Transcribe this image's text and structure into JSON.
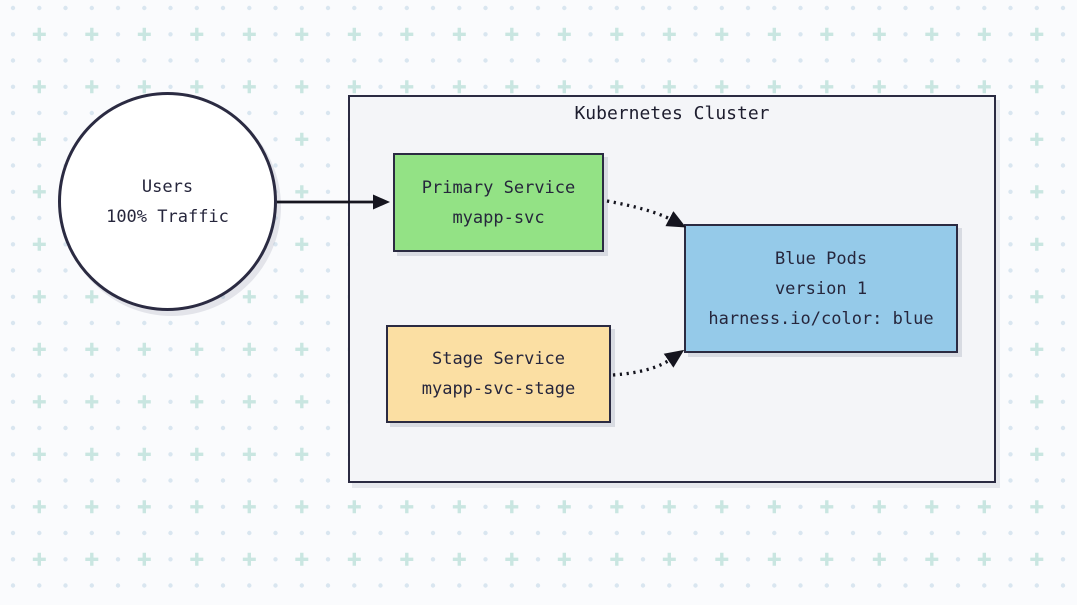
{
  "diagram_title": "Kubernetes Cluster",
  "colors": {
    "navy_border": "#2b2b42",
    "text_ink": "#26263c",
    "canvas_background": "#fafbfd",
    "cluster_fill": "#f4f5f8",
    "primary_service_fill": "#93e285",
    "stage_service_fill": "#fbdfa3",
    "blue_pods_fill": "#95cae9",
    "pattern_dot": "#d9e6f0",
    "pattern_plus": "#c9e6e1",
    "arrow": "#15151f"
  },
  "nodes": {
    "users": {
      "shape": "circle",
      "lines": [
        "Users",
        "100% Traffic"
      ]
    },
    "cluster": {
      "shape": "rectangle",
      "title": "Kubernetes Cluster"
    },
    "primary_service": {
      "shape": "rectangle",
      "lines": [
        "Primary Service",
        "myapp-svc"
      ]
    },
    "stage_service": {
      "shape": "rectangle",
      "lines": [
        "Stage Service",
        "myapp-svc-stage"
      ]
    },
    "blue_pods": {
      "shape": "rectangle",
      "lines": [
        "Blue Pods",
        "version 1",
        "harness.io/color: blue"
      ]
    }
  },
  "edges": [
    {
      "from": "users",
      "to": "primary_service",
      "style": "solid",
      "arrowhead": "filled-triangle"
    },
    {
      "from": "primary_service",
      "to": "blue_pods",
      "style": "dotted-curve",
      "arrowhead": "filled-triangle"
    },
    {
      "from": "stage_service",
      "to": "blue_pods",
      "style": "dotted-curve",
      "arrowhead": "filled-triangle"
    }
  ]
}
